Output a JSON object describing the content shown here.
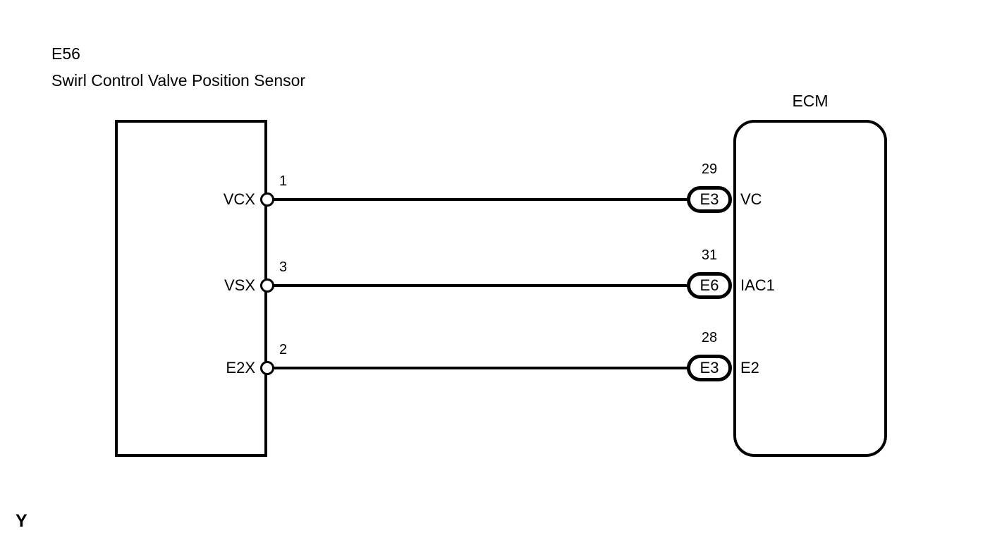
{
  "title": {
    "code": "E56",
    "name": "Swirl Control Valve Position Sensor"
  },
  "ecm": {
    "label": "ECM"
  },
  "wires": [
    {
      "left_label": "VCX",
      "left_pin": "1",
      "connector": "E3",
      "ecm_pin": "29",
      "right_label": "VC"
    },
    {
      "left_label": "VSX",
      "left_pin": "3",
      "connector": "E6",
      "ecm_pin": "31",
      "right_label": "IAC1"
    },
    {
      "left_label": "E2X",
      "left_pin": "2",
      "connector": "E3",
      "ecm_pin": "28",
      "right_label": "E2"
    }
  ],
  "footer": {
    "partial_text": "Y"
  },
  "colors": {
    "line": "#000000",
    "background": "#ffffff"
  }
}
